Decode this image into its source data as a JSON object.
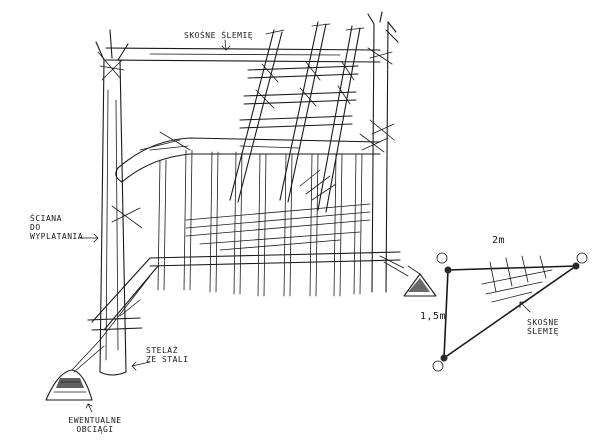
{
  "labels": {
    "top_beams": "SKOŚNE ŚLEMIĘ",
    "weave_wall_line1": "ŚCIANA",
    "weave_wall_line2": "DO",
    "weave_wall_line3": "WYPLATANIA",
    "steel_frame_line1": "STELAŻ",
    "steel_frame_line2": "ZE STALI",
    "weights_line1": "EWENTUALNE",
    "weights_line2": "OBCIĄGI",
    "dim_width": "2m",
    "dim_height": "1,5m",
    "plan_beams_line1": "SKOŚNE",
    "plan_beams_line2": "ŚLEMIĘ"
  }
}
